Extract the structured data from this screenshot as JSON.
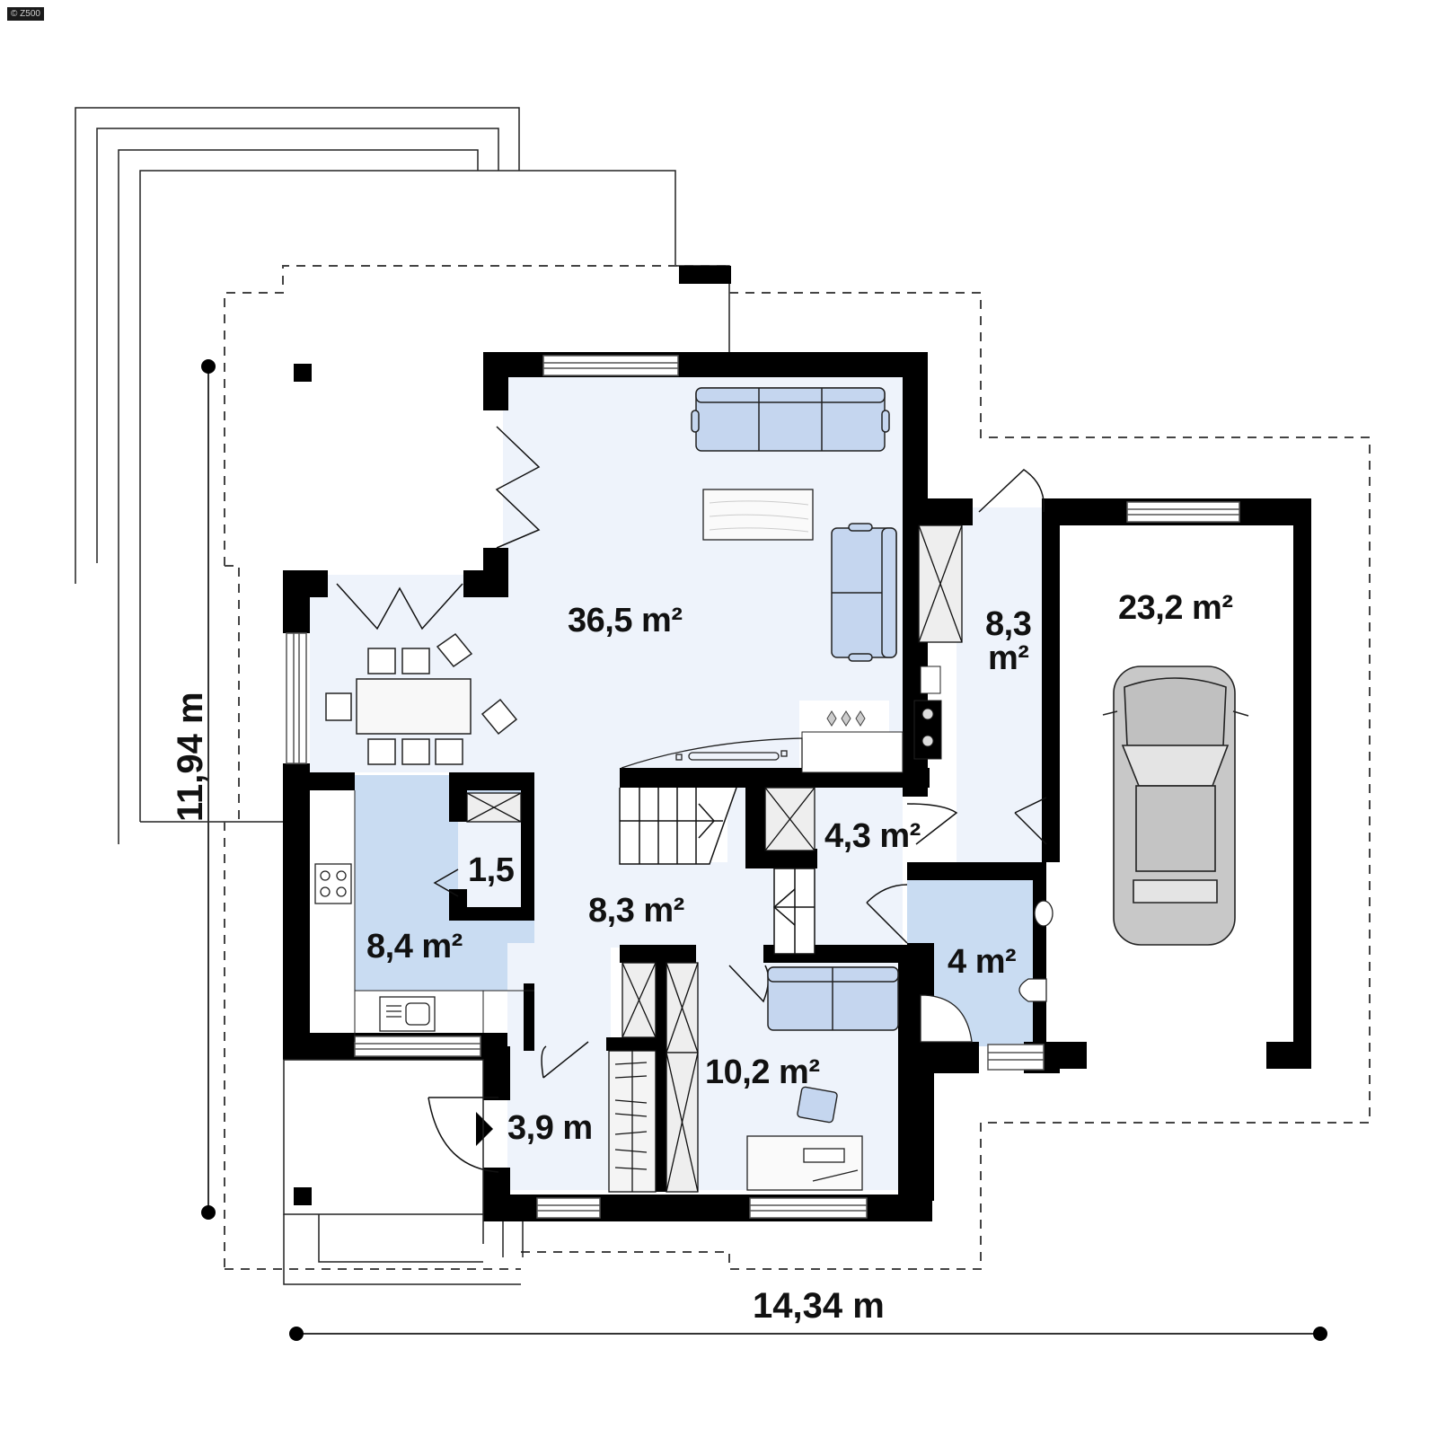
{
  "watermark": "© Z500",
  "dimensions": {
    "depth": "11,94 m",
    "width": "14,34 m"
  },
  "rooms": [
    {
      "id": "living-dining",
      "area": "36,5",
      "unit": "m²",
      "fill": "#eef3fb"
    },
    {
      "id": "hall-north",
      "area": "8,3",
      "unit": "m²",
      "fill": "#eef3fb"
    },
    {
      "id": "garage",
      "area": "23,2",
      "unit": "m²",
      "fill": "#ffffff"
    },
    {
      "id": "pantry",
      "area": "1,5",
      "unit": "",
      "fill": "#eef3fb"
    },
    {
      "id": "kitchen",
      "area": "8,4",
      "unit": "m²",
      "fill": "#c9dcf2"
    },
    {
      "id": "hall-central",
      "area": "8,3",
      "unit": "m²",
      "fill": "#eef3fb"
    },
    {
      "id": "corridor",
      "area": "4,3",
      "unit": "m²",
      "fill": "#eef3fb"
    },
    {
      "id": "bathroom",
      "area": "4",
      "unit": "m²",
      "fill": "#c9dcf2"
    },
    {
      "id": "study",
      "area": "10,2",
      "unit": "m²",
      "fill": "#eef3fb"
    },
    {
      "id": "vestibule",
      "area": "3,9",
      "unit": "m",
      "fill": "#eef3fb"
    }
  ],
  "colors": {
    "wall": "#000000",
    "floor_light": "#eef3fb",
    "floor_blue": "#c9dcf2",
    "furniture_blue": "#c5d6ef",
    "car_gray": "#c8c8c8",
    "line": "#222222"
  }
}
